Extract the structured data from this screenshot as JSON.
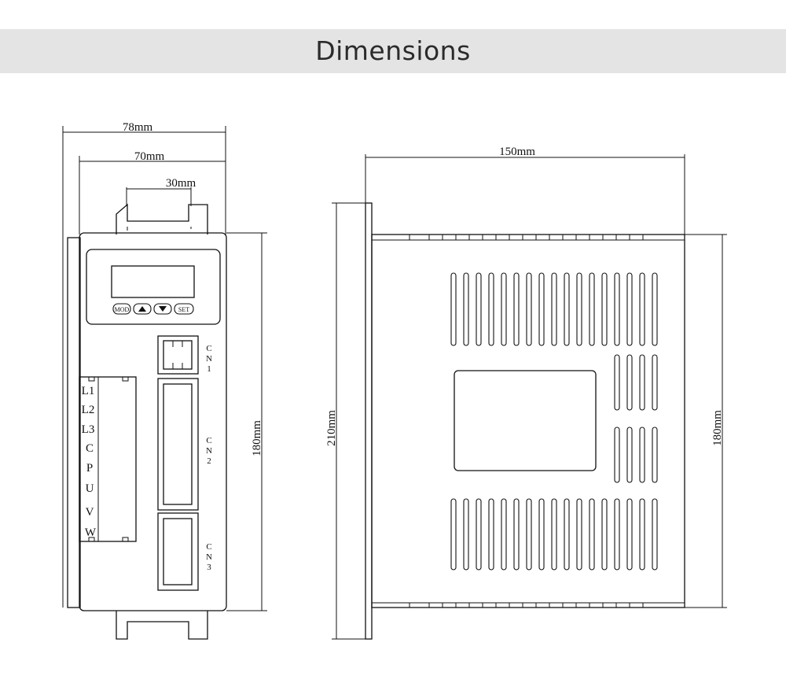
{
  "header": {
    "title": "Dimensions"
  },
  "front_view": {
    "dimensions": {
      "overall_width": "78mm",
      "body_width": "70mm",
      "bracket_spacing": "30mm",
      "body_height": "180mm"
    },
    "keypad_buttons": [
      "MOD",
      "▲",
      "▼",
      "SET"
    ],
    "terminal_labels": [
      "L1",
      "L2",
      "L3",
      "C",
      "P",
      "U",
      "V",
      "W"
    ],
    "connectors": [
      {
        "label": [
          "C",
          "N",
          "1"
        ]
      },
      {
        "label": [
          "C",
          "N",
          "2"
        ]
      },
      {
        "label": [
          "C",
          "N",
          "3"
        ]
      }
    ]
  },
  "side_view": {
    "dimensions": {
      "depth": "150mm",
      "flange_height": "210mm",
      "body_height": "180mm"
    }
  },
  "colors": {
    "line": "#111111",
    "header_band": "#e4e4e4",
    "title_text": "#2b2b2b"
  }
}
